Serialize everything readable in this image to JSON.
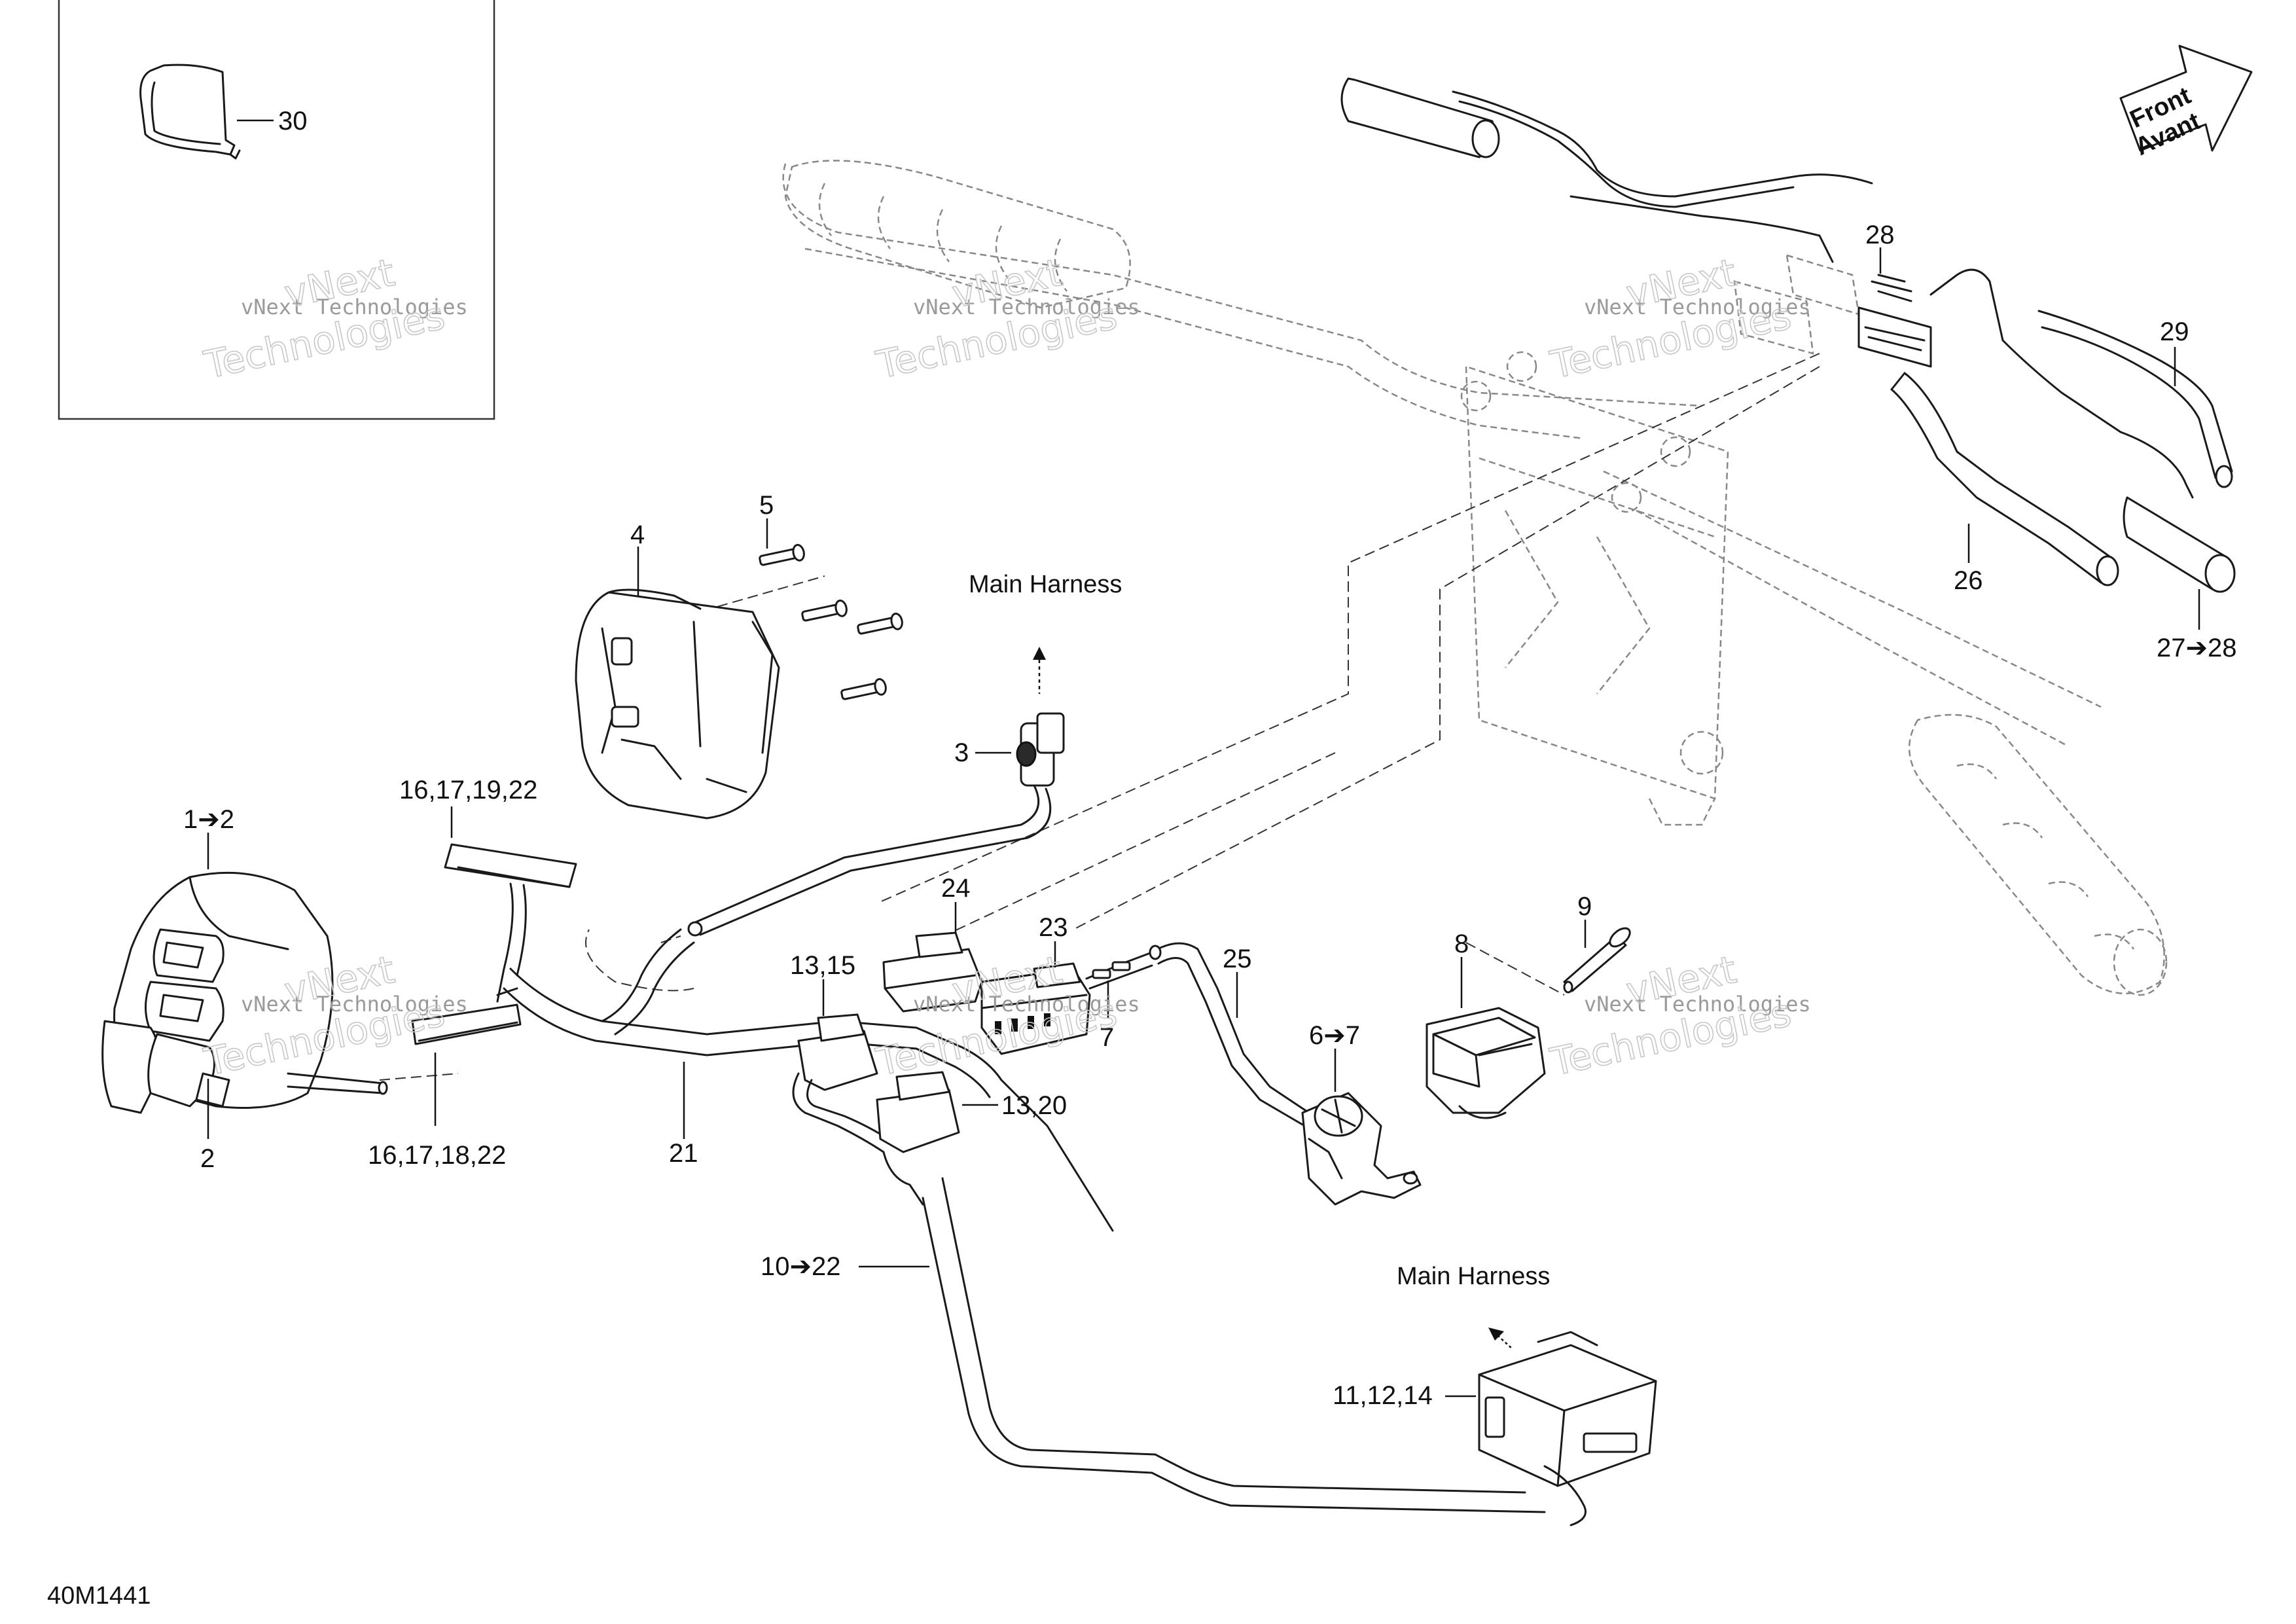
{
  "diagram": {
    "drawing_number": "40M1441",
    "compass": {
      "line1": "Front",
      "line2": "Avant"
    },
    "labels": {
      "main_harness_top": "Main Harness",
      "main_harness_bottom": "Main Harness"
    },
    "callouts": {
      "c30": "30",
      "c5": "5",
      "c4": "4",
      "c3": "3",
      "c1_2": "1➔2",
      "c2": "2",
      "c16_17_19_22": "16,17,19,22",
      "c16_17_18_22": "16,17,18,22",
      "c21": "21",
      "c13_15": "13,15",
      "c13_20": "13,20",
      "c10_22": "10➔22",
      "c24": "24",
      "c23": "23",
      "c7": "7",
      "c25": "25",
      "c6_7": "6➔7",
      "c8": "8",
      "c9": "9",
      "c11_12_14": "11,12,14",
      "c28": "28",
      "c29": "29",
      "c26": "26",
      "c27_28": "27➔28"
    },
    "watermark": {
      "line1": "vNext Technologies",
      "line2": "vNext",
      "line3": "Technologies"
    }
  }
}
